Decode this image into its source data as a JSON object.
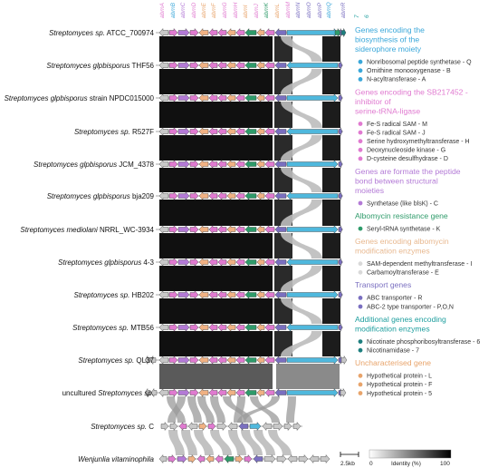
{
  "gene_labels": [
    {
      "text": "abmA",
      "color": "#e07ad0"
    },
    {
      "text": "abmB",
      "color": "#3aa7d9"
    },
    {
      "text": "abmC",
      "color": "#b37ad6"
    },
    {
      "text": "abmD",
      "color": "#e07ad0"
    },
    {
      "text": "abmE",
      "color": "#e8a46b"
    },
    {
      "text": "abmF",
      "color": "#e8a46b"
    },
    {
      "text": "abmG",
      "color": "#e07ad0"
    },
    {
      "text": "abmH",
      "color": "#e07ad0"
    },
    {
      "text": "abmI",
      "color": "#e8a46b"
    },
    {
      "text": "abmJ",
      "color": "#e07ad0"
    },
    {
      "text": "abmK",
      "color": "#2e9b6a"
    },
    {
      "text": "abmL",
      "color": "#e8a46b"
    },
    {
      "text": "abmM",
      "color": "#e07ad0"
    },
    {
      "text": "abmN",
      "color": "#7a6fc0"
    },
    {
      "text": "abmO",
      "color": "#7a6fc0"
    },
    {
      "text": "abmP",
      "color": "#7a6fc0"
    },
    {
      "text": "abmQ",
      "color": "#3aa7d9"
    },
    {
      "text": "abmR",
      "color": "#7a6fc0"
    },
    {
      "text": "7",
      "color": "#1e9e9e"
    },
    {
      "text": "6",
      "color": "#1e9e9e"
    }
  ],
  "species": [
    {
      "name": "Streptomyces sp.",
      "suffix": " ATCC_700974",
      "italic_prefix": "Streptomyces sp."
    },
    {
      "name": "Streptomyces glpbisporus",
      "suffix": " THF56",
      "italic_prefix": "Streptomyces glpbisporus"
    },
    {
      "name": "Streptomyces glpbisporus",
      "suffix": " strain NPDC015000",
      "italic_prefix": "Streptomyces glpbisporus"
    },
    {
      "name": "Streptomyces sp.",
      "suffix": " R527F",
      "italic_prefix": "Streptomyces sp."
    },
    {
      "name": "Streptomyces glpbisporus",
      "suffix": " JCM_4378",
      "italic_prefix": "Streptomyces glpbisporus"
    },
    {
      "name": "Streptomyces glpbisporus",
      "suffix": " bja209",
      "italic_prefix": "Streptomyces glpbisporus"
    },
    {
      "name": "Streptomyces mediolani",
      "suffix": " NRRL_WC-3934",
      "italic_prefix": "Streptomyces mediolani"
    },
    {
      "name": "Streptomyces glpbisporus",
      "suffix": " 4-3",
      "italic_prefix": "Streptomyces glpbisporus"
    },
    {
      "name": "Streptomyces sp.",
      "suffix": " HB202",
      "italic_prefix": "Streptomyces sp."
    },
    {
      "name": "Streptomyces sp.",
      "suffix": " MTB56",
      "italic_prefix": "Streptomyces sp."
    },
    {
      "name": "Streptomyces sp.",
      "suffix": " QL37",
      "italic_prefix": "Streptomyces sp."
    },
    {
      "name": "Streptomyces sp.",
      "suffix": "",
      "italic_prefix": "Streptomyces sp.",
      "prefix": "uncultured "
    },
    {
      "name": "Streptomyces sp.",
      "suffix": " C",
      "italic_prefix": "Streptomyces sp."
    },
    {
      "name": "Wenjunlia vitaminophila",
      "suffix": "",
      "italic_prefix": "Wenjunlia vitaminophila"
    }
  ],
  "legend": [
    {
      "header": "Genes encoding the biosynthesis of the siderophore moiety",
      "header_color": "#3aa7d9",
      "items": [
        {
          "text": "Nonribosomal peptide synthetase - Q",
          "color": "#3aa7d9"
        },
        {
          "text": "Ornithine monooxygenase - B",
          "color": "#3aa7d9"
        },
        {
          "text": "N-acyltransferase - A",
          "color": "#3aa7d9"
        }
      ]
    },
    {
      "header": "Genes encoding the SB217452 - inhibitor of serine-tRNA-ligase",
      "header_color": "#e07ad0",
      "items": [
        {
          "text": "Fe-S radical SAM - M",
          "color": "#e07ad0"
        },
        {
          "text": "Fe-S radical SAM - J",
          "color": "#e07ad0"
        },
        {
          "text": "Serine hydroxymethyltransferase - H",
          "color": "#e07ad0"
        },
        {
          "text": "Deoxynucleoside kinase - G",
          "color": "#e07ad0"
        },
        {
          "text": "D-cysteine desulfhydrase - D",
          "color": "#e07ad0"
        }
      ]
    },
    {
      "header": "Genes are formate the peptide bond between structural moieties",
      "header_color": "#b37ad6",
      "items": [
        {
          "text": "Synthetase (like blsK) - C",
          "color": "#b37ad6"
        }
      ]
    },
    {
      "header": "Albomycin resistance gene",
      "header_color": "#2e9b6a",
      "items": [
        {
          "text": "Seryl-tRNA synthetase - K",
          "color": "#2e9b6a"
        }
      ]
    },
    {
      "header": "Genes encoding albomycin modification enzymes",
      "header_color": "#e8b88f",
      "items": [
        {
          "text": "SAM-dependent methyltransferase - I",
          "color": "#d9d9d9"
        },
        {
          "text": "Carbamoyltransferase - E",
          "color": "#d9d9d9"
        }
      ]
    },
    {
      "header": "Transport genes",
      "header_color": "#7a6fc0",
      "items": [
        {
          "text": "ABC transporter - R",
          "color": "#7a6fc0"
        },
        {
          "text": "ABC-2 type transporter - P,O,N",
          "color": "#7a6fc0"
        }
      ]
    },
    {
      "header": "Additional genes encoding modification enzymes",
      "header_color": "#1e9e9e",
      "items": [
        {
          "text": "Nicotinate phosphoribosyltransferase - 6",
          "color": "#1e7f7f"
        },
        {
          "text": "Nicotinamidase - 7",
          "color": "#1e7f7f"
        }
      ]
    },
    {
      "header": "Uncharacterised gene",
      "header_color": "#e8a46b",
      "items": [
        {
          "text": "Hypothetical protein - L",
          "color": "#e8a46b"
        },
        {
          "text": "Hypothetical protein - F",
          "color": "#e8a46b"
        },
        {
          "text": "Hypothetical protein - 5",
          "color": "#e8a46b"
        }
      ]
    }
  ],
  "scale": {
    "bar_label": "2.5kb",
    "identity_label": "Identity (%)",
    "min": "0",
    "max": "100"
  },
  "colors": {
    "nrps": "#4fb8dd",
    "pink": "#e07ad0",
    "purple": "#7a6fc0",
    "lilac": "#b37ad6",
    "orange": "#f0b183",
    "green": "#2e9b6a",
    "teal": "#1e7f7f",
    "grey": "#c8c8c8",
    "link_dark": "#1a1a1a"
  }
}
